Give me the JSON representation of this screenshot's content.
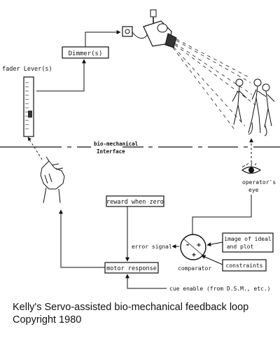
{
  "labels": {
    "dimmer": "Dimmer(s)",
    "fader": "fader Lever(s)",
    "interface_line1": "bio-mechanical",
    "interface_line2": "Interface",
    "operator_line1": "operator's",
    "operator_line2": "eye",
    "reward": "reward when zero",
    "error_signal": "error signal",
    "motor_response": "motor response",
    "cue_enable": "cue enable (from D.S.M., etc.)",
    "comparator": "comparator",
    "image_line1": "image of ideal",
    "image_line2": "and plot",
    "constraints": "constraints",
    "minus": "-",
    "plus": "+"
  },
  "caption": {
    "line1": "Kelly's Servo-assisted bio-mechanical feedback loop",
    "line2": "Copyright 1980"
  }
}
